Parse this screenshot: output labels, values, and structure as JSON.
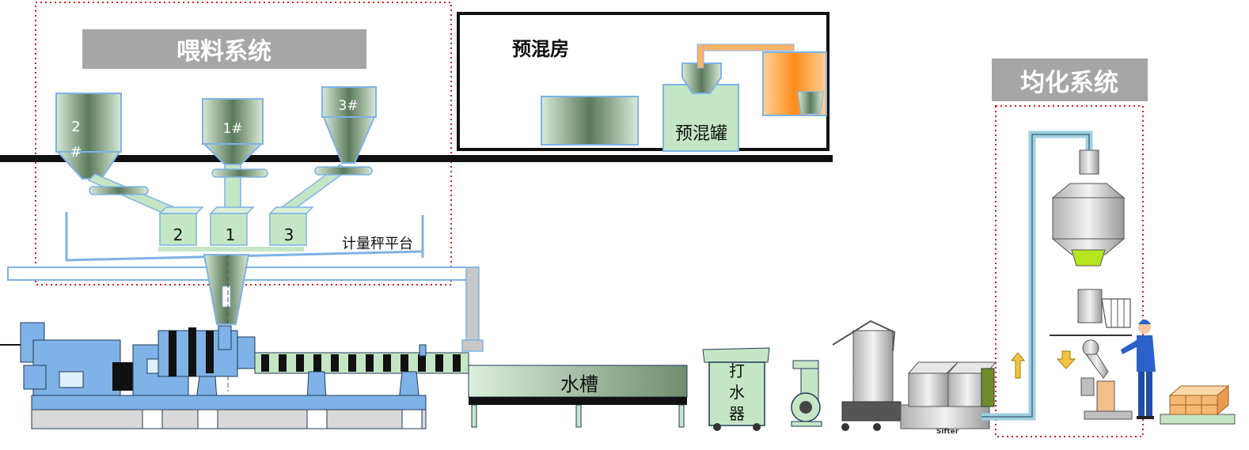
{
  "feeding_system": {
    "title": "喂料系统"
  },
  "premix_room": {
    "title": "预混房",
    "tank_label": "预混罐"
  },
  "homogenizing_system": {
    "title": "均化系统"
  },
  "hoppers": [
    {
      "label_top": "2",
      "label_bottom": "#"
    },
    {
      "label": "1#"
    },
    {
      "label": "3#"
    }
  ],
  "scales": [
    "2",
    "1",
    "3"
  ],
  "scale_platform": "计量秤平台",
  "water_tank": "水槽",
  "pelletizer": [
    "打",
    "水",
    "器"
  ],
  "sifter": "Sifter",
  "colors": {
    "gray_label_bg": "#a6a6a6",
    "dotted_red": "#e21b1b",
    "equipment_blue": "#7fb2e6",
    "equipment_green": "#c5e6c5",
    "orange_pipe": "#ff9a33",
    "lime_green": "#b5e61d",
    "pipe_cyan": "#9ed0e0"
  },
  "icons": [
    "up-arrow-icon",
    "down-arrow-icon",
    "operator-icon",
    "boxes-icon"
  ]
}
